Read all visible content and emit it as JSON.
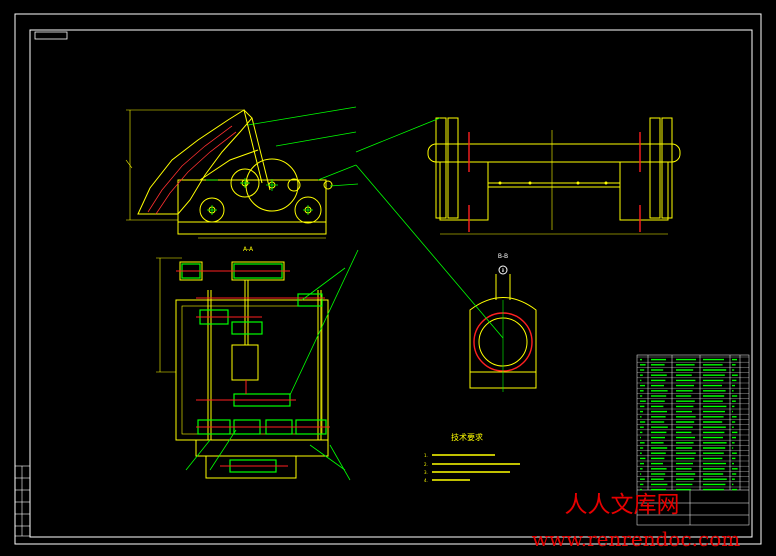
{
  "drawing": {
    "sheet_code": "",
    "section_aa": "A-A",
    "section_bb": "B-B",
    "section_mark": "B",
    "tech_title": "技术要求",
    "tech_notes": [
      "1.",
      "2.",
      "3.",
      "4."
    ]
  },
  "watermark": {
    "name": "人人文库网",
    "url": "www.renrendoc.com"
  },
  "colors": {
    "background": "#000000",
    "border": "#ffffff",
    "geometry": "#ffff00",
    "leader": "#00ff00",
    "centerline": "#ff0000",
    "watermark": "#e60000"
  }
}
